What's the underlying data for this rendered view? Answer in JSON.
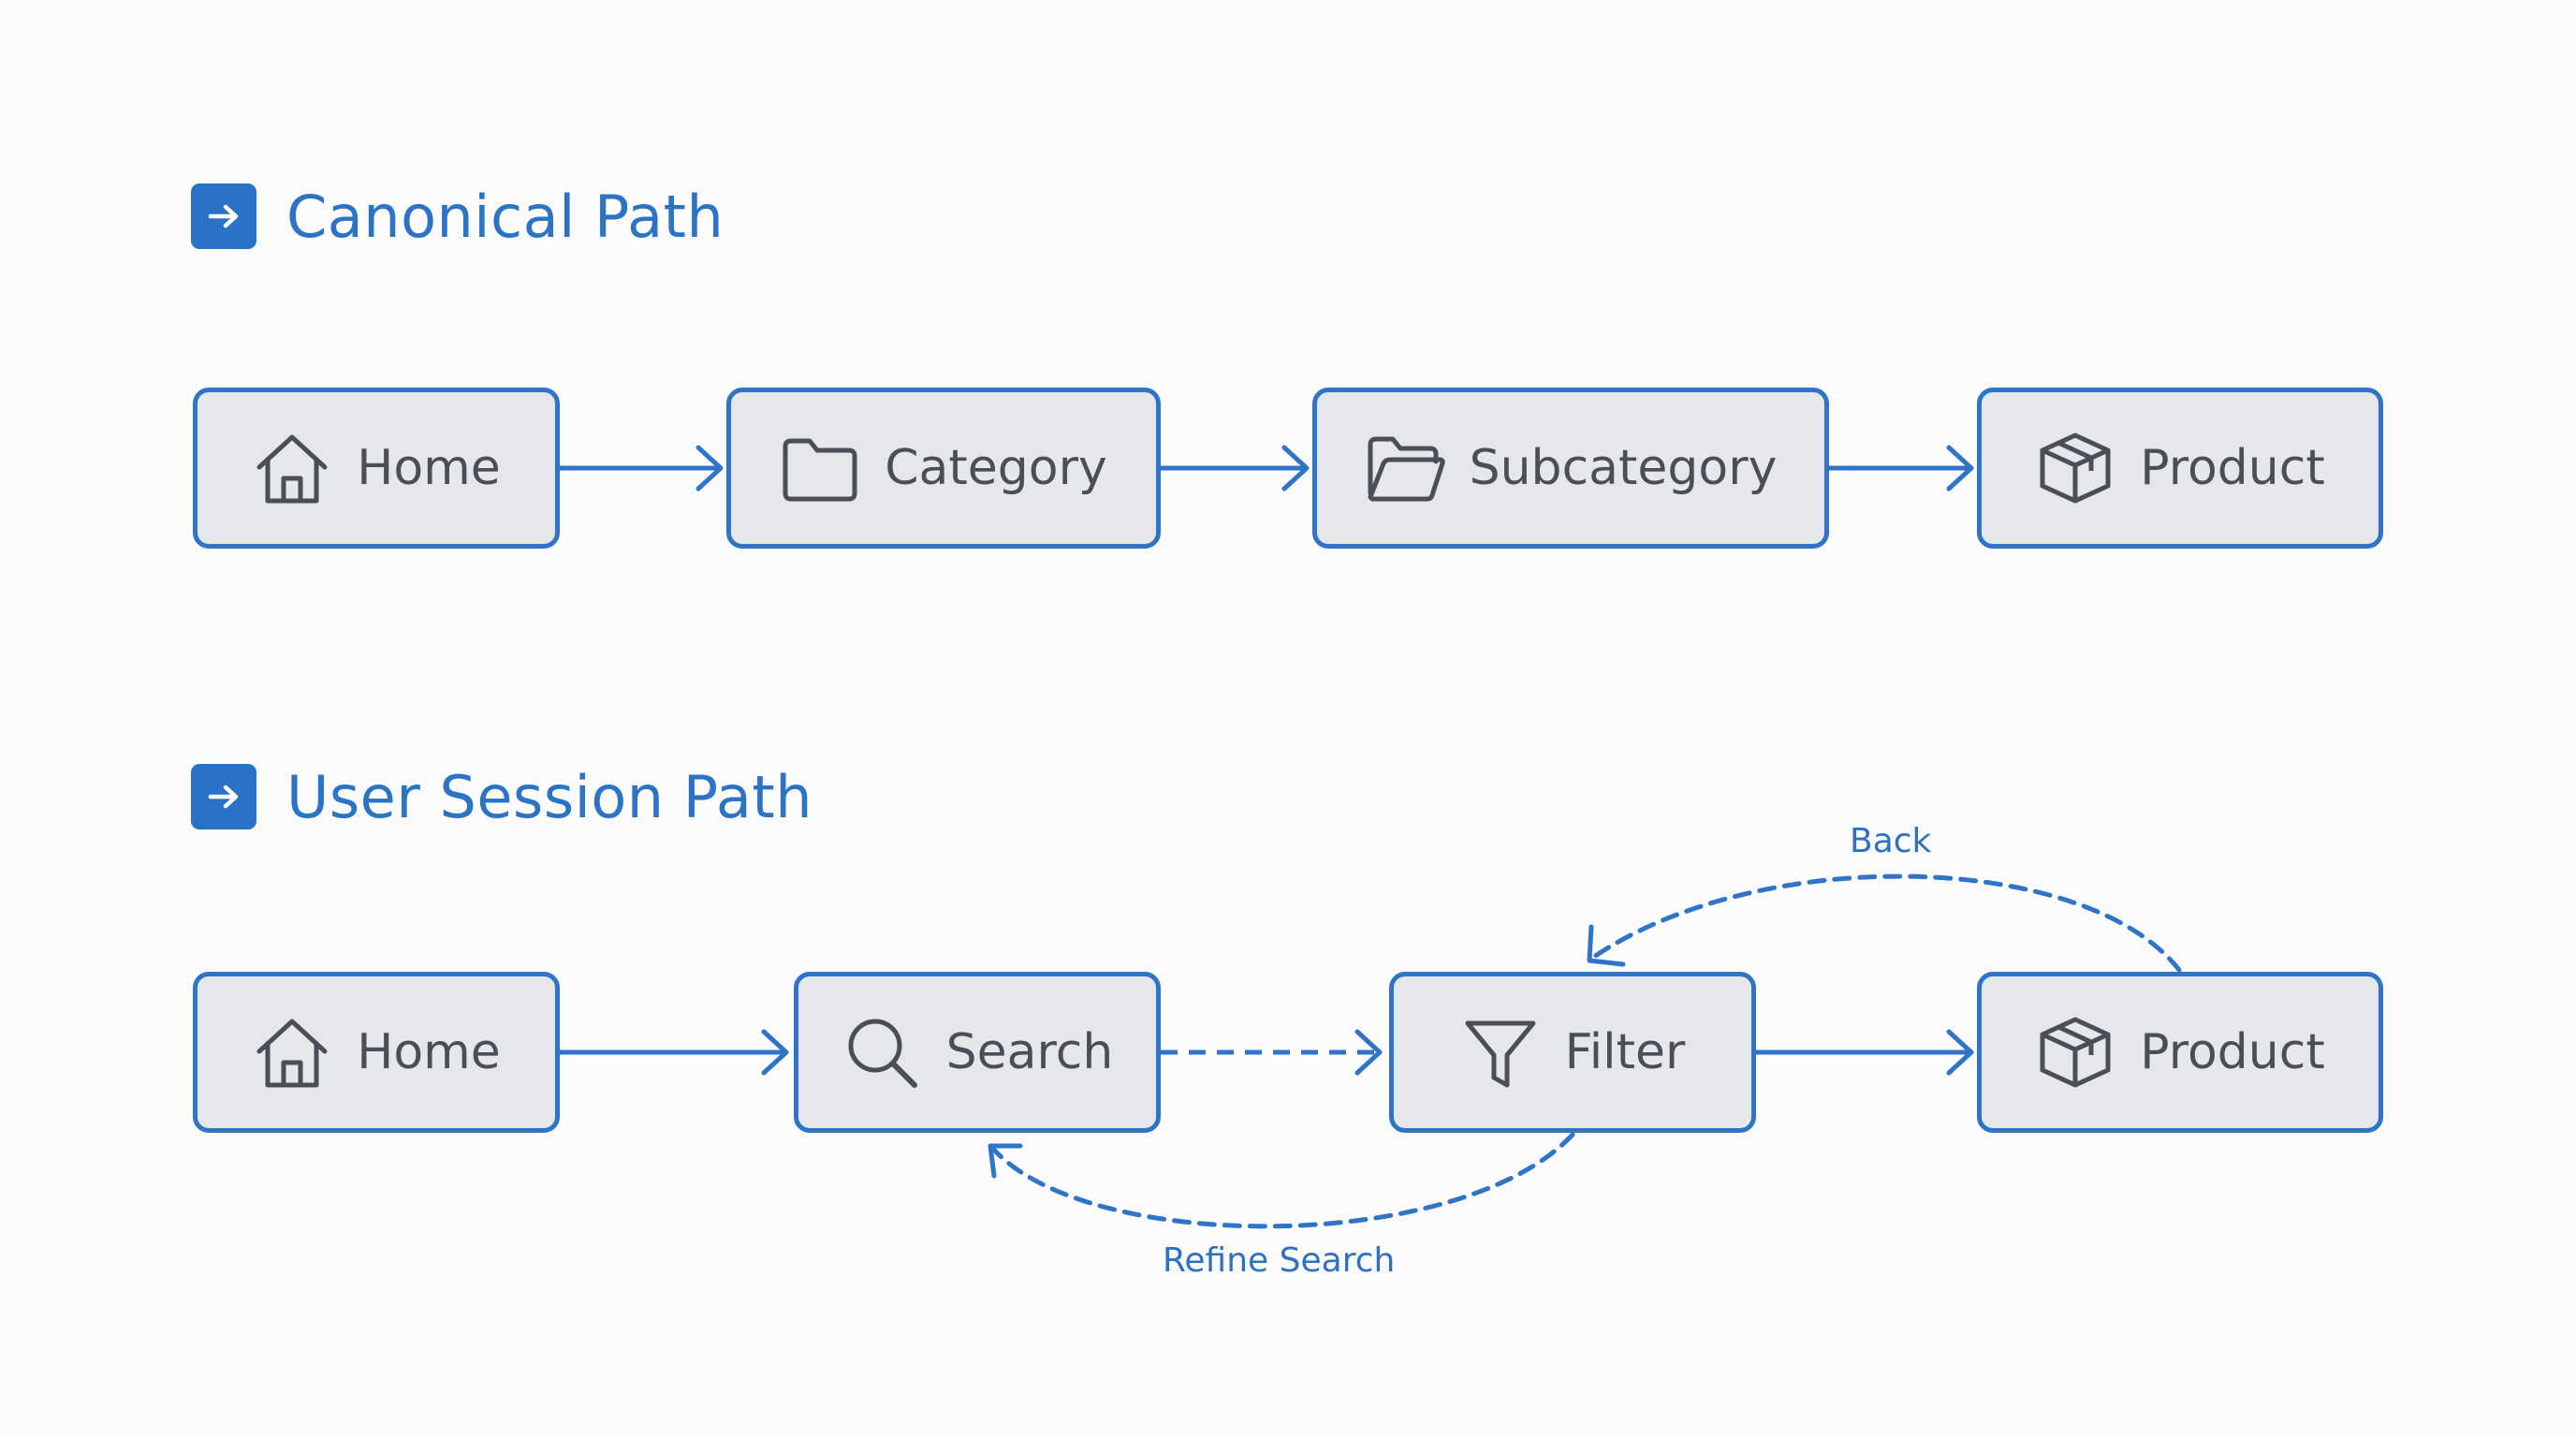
{
  "canonical": {
    "title": "Canonical Path",
    "nodes": [
      {
        "label": "Home",
        "icon": "home-icon"
      },
      {
        "label": "Category",
        "icon": "folder-icon"
      },
      {
        "label": "Subcategory",
        "icon": "folder-open-icon"
      },
      {
        "label": "Product",
        "icon": "box-icon"
      }
    ]
  },
  "session": {
    "title": "User Session Path",
    "nodes": [
      {
        "label": "Home",
        "icon": "home-icon"
      },
      {
        "label": "Search",
        "icon": "search-icon"
      },
      {
        "label": "Filter",
        "icon": "filter-icon"
      },
      {
        "label": "Product",
        "icon": "box-icon"
      }
    ],
    "back_label": "Back",
    "refine_label": "Refine Search"
  },
  "colors": {
    "accent": "#2f74c8",
    "node_fill": "#e6e7ea",
    "label_text": "#4a4f57",
    "background": "#fbfbfb"
  }
}
